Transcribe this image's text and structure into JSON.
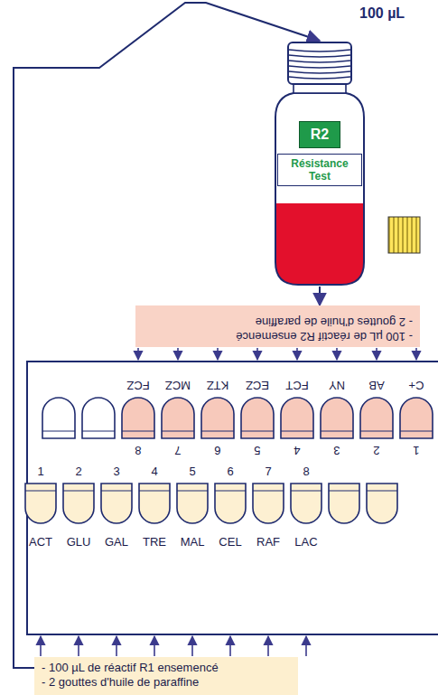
{
  "diagram": {
    "nodes": [
      {
        "text": [
          "R2",
          "Résistance Test"
        ]
      },
      {
        "text": [
          "- 100 µL de réactif R2 ensemencé",
          "- 2 gouttes d'huile de paraffine"
        ]
      },
      {
        "text": [
          "- 100 µL de réactif R1 ensemencé",
          "- 2 gouttes d'huile de paraffine"
        ]
      }
    ],
    "edges": [
      {
        "from": 2,
        "to": 0,
        "arrow": "to",
        "label": "100 µL"
      },
      {
        "from": 0,
        "to": 1,
        "arrow": "to"
      }
    ],
    "labels": [
      "FCZ",
      "MCZ",
      "KTZ",
      "ECZ",
      "FCT",
      "NY",
      "AB",
      "C+",
      "8",
      "7",
      "6",
      "5",
      "4",
      "3",
      "2",
      "1",
      "1",
      "2",
      "3",
      "4",
      "5",
      "6",
      "7",
      "8",
      "ACT",
      "GLU",
      "GAL",
      "TRE",
      "MAL",
      "CEL",
      "RAF",
      "LAC"
    ]
  }
}
